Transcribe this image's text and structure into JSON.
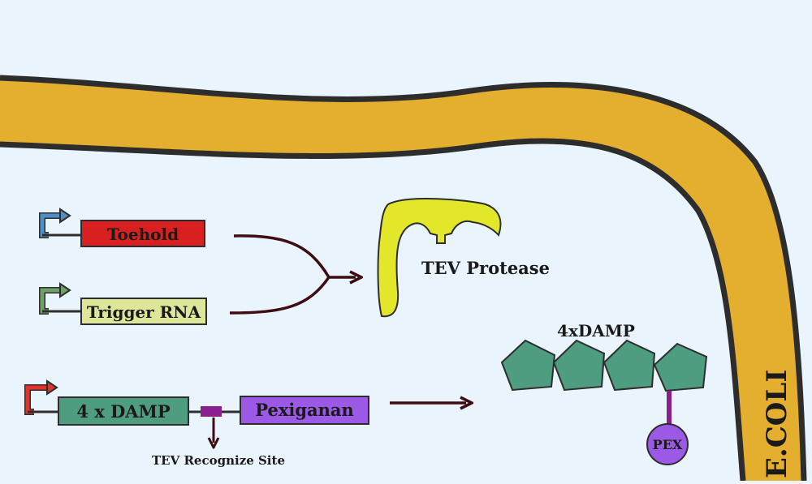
{
  "colors": {
    "background": "#e9f4fc",
    "membrane": "#e4ae2e",
    "outline": "#2d2d2d",
    "arrow": "#3e0d14",
    "toehold": "#d7201f",
    "trigger": "#dfe69a",
    "damp": "#4f9d80",
    "pexiganan": "#9b59e6",
    "linker": "#8a1f8f",
    "protease": "#e2e72a",
    "promoter_toehold": "#4f8fc7",
    "promoter_trigger": "#6fa068",
    "promoter_damp": "#e2322a"
  },
  "genes": {
    "toehold": "Toehold",
    "trigger": "Trigger RNA",
    "damp": "4 x DAMP",
    "pexiganan": "Pexiganan"
  },
  "labels": {
    "tev_protease": "TEV Protease",
    "tev_site": "TEV Recognize Site",
    "multimer": "4xDAMP",
    "pex": "PEX",
    "ecoli": "E.COLI"
  },
  "icons": {
    "promoter": "bent-arrow-icon",
    "protease": "protease-enzyme-icon",
    "damp_unit": "pentagon-icon"
  }
}
